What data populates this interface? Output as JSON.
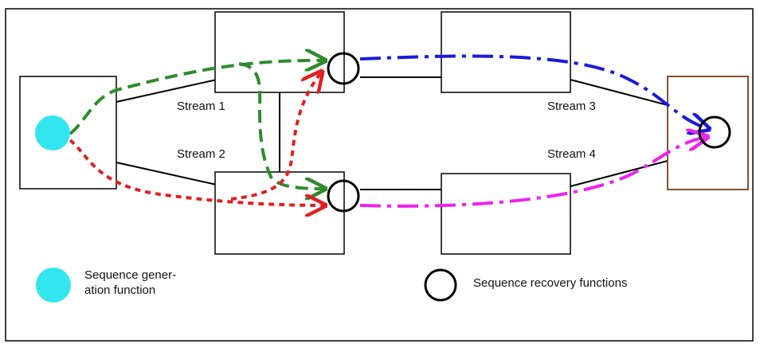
{
  "streams": {
    "stream1": "Stream 1",
    "stream2": "Stream 2",
    "stream3": "Stream 3",
    "stream4": "Stream 4"
  },
  "legend": {
    "generation_line1": "Sequence gener-",
    "generation_line2": "ation function",
    "recovery": "Sequence recovery functions"
  },
  "colors": {
    "frame": "#000000",
    "green_path": "#2e8b2e",
    "red_path": "#e02020",
    "blue_path": "#1a1add",
    "magenta_path": "#ee22ee",
    "generation_dot": "#33e6ee",
    "listener_border": "#7a3a1a"
  }
}
